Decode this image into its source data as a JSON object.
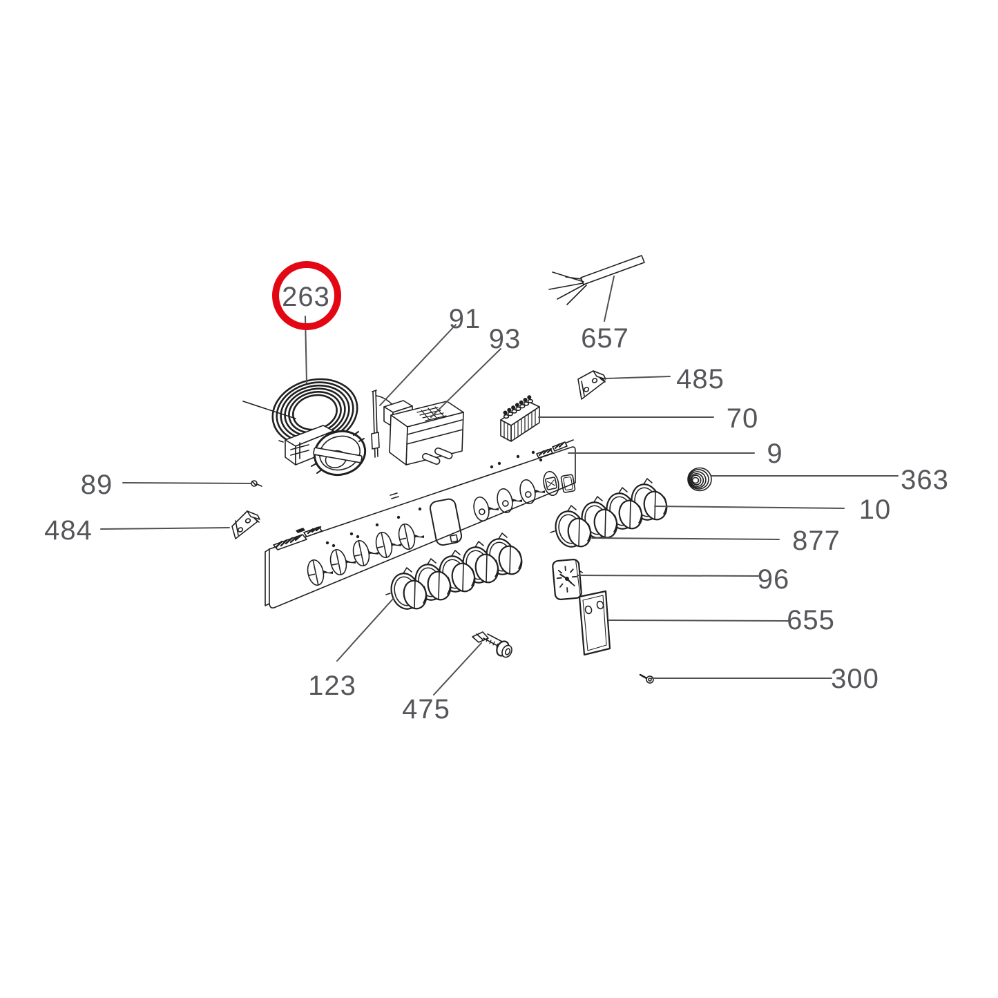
{
  "diagram": {
    "type": "exploded-parts-diagram",
    "background_color": "#ffffff",
    "artwork_color": "#1f1f1f",
    "label_color": "#55565a",
    "leader_color": "#4f5054",
    "highlight": {
      "part": "263",
      "color": "#e30613",
      "shape": "circle"
    },
    "parts": [
      {
        "label": "263",
        "highlighted": true
      },
      {
        "label": "91",
        "highlighted": false
      },
      {
        "label": "93",
        "highlighted": false
      },
      {
        "label": "657",
        "highlighted": false
      },
      {
        "label": "485",
        "highlighted": false
      },
      {
        "label": "70",
        "highlighted": false
      },
      {
        "label": "9",
        "highlighted": false
      },
      {
        "label": "363",
        "highlighted": false
      },
      {
        "label": "89",
        "highlighted": false
      },
      {
        "label": "10",
        "highlighted": false
      },
      {
        "label": "484",
        "highlighted": false
      },
      {
        "label": "877",
        "highlighted": false
      },
      {
        "label": "96",
        "highlighted": false
      },
      {
        "label": "655",
        "highlighted": false
      },
      {
        "label": "123",
        "highlighted": false
      },
      {
        "label": "475",
        "highlighted": false
      },
      {
        "label": "300",
        "highlighted": false
      }
    ]
  }
}
